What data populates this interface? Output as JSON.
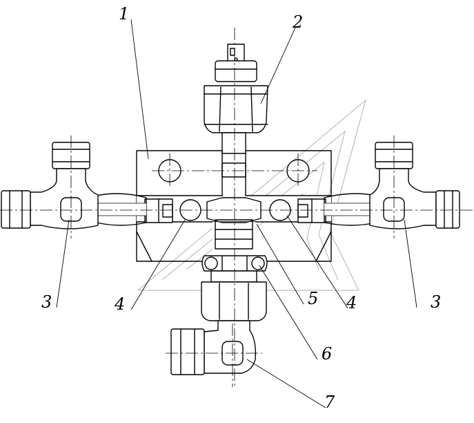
{
  "callouts": [
    {
      "id": "c1",
      "label": "1"
    },
    {
      "id": "c2",
      "label": "2"
    },
    {
      "id": "c3-left",
      "label": "3"
    },
    {
      "id": "c3-right",
      "label": "3"
    },
    {
      "id": "c4-left",
      "label": "4"
    },
    {
      "id": "c5",
      "label": "5"
    },
    {
      "id": "c4-right",
      "label": "4"
    },
    {
      "id": "c6",
      "label": "6"
    },
    {
      "id": "c7",
      "label": "7"
    }
  ]
}
